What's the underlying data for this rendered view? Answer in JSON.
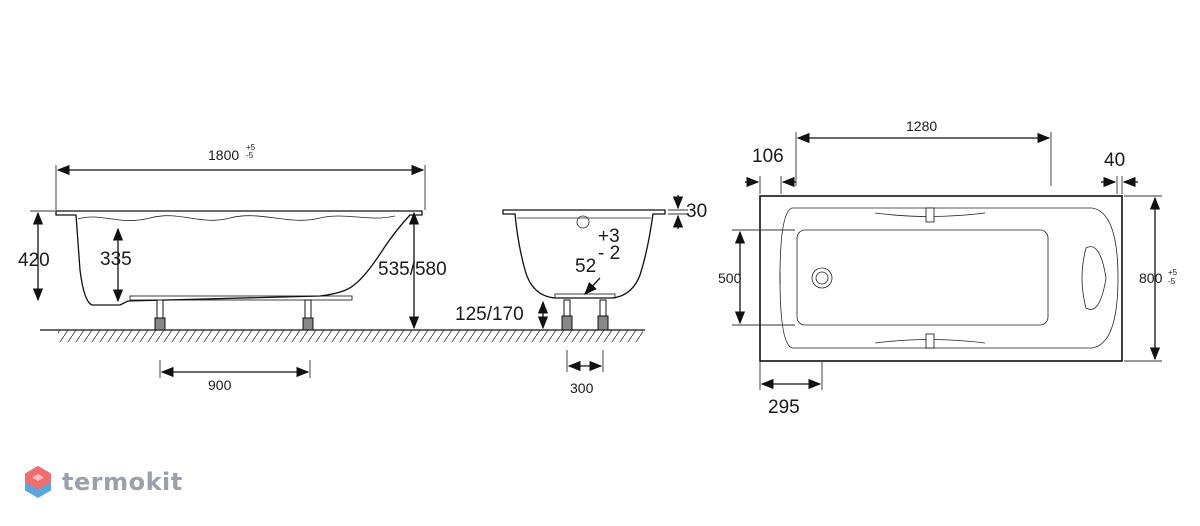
{
  "dimensions": {
    "side_length": "1800",
    "side_length_tol_plus": "+5",
    "side_length_tol_minus": "-5",
    "side_height": "420",
    "inner_depth": "335",
    "total_height": "535/580",
    "leg_spacing": "900",
    "rim": "30",
    "slope_tol_plus": "+3",
    "slope_tol_minus": "- 2",
    "slope_angle": "52",
    "leg_height": "125/170",
    "end_leg_spacing": "300",
    "top_offset_left": "106",
    "top_inner_length": "1280",
    "top_offset_right": "40",
    "top_inner_width": "500",
    "top_width": "800",
    "top_width_tol_plus": "+5",
    "top_width_tol_minus": "-5",
    "drain_offset": "295"
  },
  "brand": {
    "name": "termokit",
    "colors": {
      "top": "#f26d6d",
      "bottom": "#5aa7e0",
      "text": "#9aa1aa"
    }
  }
}
